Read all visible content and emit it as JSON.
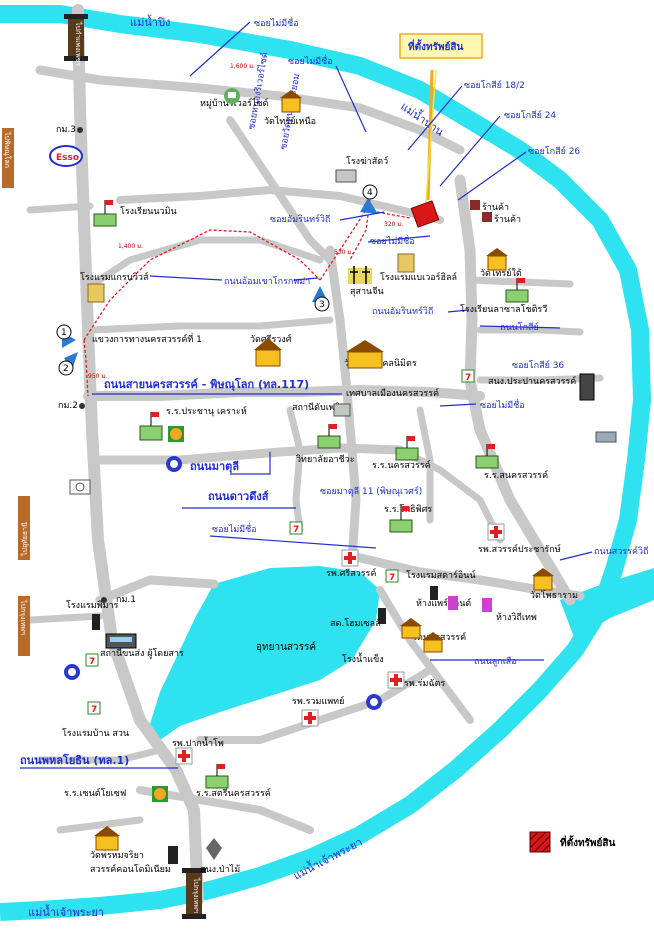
{
  "rivers": {
    "ping": "แม่น้ำปิง",
    "nan": "แม่น้ำน่าน",
    "chaophraya_bottom": "แม่น้ำเจ้าพระยา",
    "chaophraya_right": "แม่น้ำเจ้าพระยา"
  },
  "property": {
    "title": "ที่ตั้งทรัพย์สิน",
    "legend_label": "ที่ตั้งทรัพย์สิน",
    "color": "#d81818"
  },
  "roads": {
    "sukhumvit_road": "ถนนอ้อมเขาโกรกพม่า",
    "sayon": "ถนนสายนครสวรรค์ - พิษณุโลก (ทล.117)",
    "matuli": "ถนนมาตุลี",
    "dawadueng": "ถนนดาวดึงส์",
    "phahonyothin": "ถนนพหลโยธิน (ทล.1)",
    "sawanwithi": "ถนนสวรรค์วิถี",
    "lookseua": "ถนนลูกเสือ",
    "kosi": "ถนนโกสีย์",
    "amarin1": "ซอยอัมรินทร์วิถี",
    "amarin2": "ถนนอัมรินทร์วิถี",
    "nameless1": "ซอยไม่มีชื่อ",
    "nameless2": "ซอยไม่มีชื่อ",
    "nameless3": "ซอยไม่มีชื่อ",
    "nameless4": "ซอยไม่มีชื่อ",
    "nameless5": "ซอยไม่มีชื่อ",
    "kosi18": "ซอยโกสีย์ 18/2",
    "kosi24": "ซอยโกสีย์ 24",
    "kosi26": "ซอยโกสีย์ 26",
    "kosi36": "ซอยโกสีย์ 36",
    "matuli11": "ซอยมาตุลี 11 (พิษณุเวศร์)",
    "riverside_soi": "ซอยหนองริเวอร์ไซด์",
    "gate_soi": "ซอยวัดหนองพะยอม"
  },
  "places": {
    "riverside_village": "หมู่บ้านริเวอร์ไซด์",
    "wat_nuea": "วัดไทรย์เหนือ",
    "slaughter": "โรงฆ่าสัตว์",
    "shop1": "ร้านค้า",
    "shop2": "ร้านค้า",
    "school_nawamin": "โรงเรียนนวมิน",
    "grand_hotel": "โรงแรมแกรนวิวส์",
    "highway_office": "แขวงการทางนครสวรรค์ที่ 1",
    "wat_srirawat": "วัดศรีรวงศ์",
    "cemetery": "สุสานจีน",
    "riverside_hotel": "โรงแรมแบเวอร์ฮิลล์",
    "wat_tai": "วัดไทรย์ใต้",
    "school_sai": "โรงเรียนลาซาลโชติรวี",
    "wat_phutthabucha": "วัดพุทธบงคลนิมิตร",
    "municipality": "เทศบาลเมืองนครสวรรค์",
    "post_office": "สนง.ประปานครสวรรค์",
    "school_pracha": "ร.ร.ประชานุ เคราะห์",
    "stadium": "สถานีดับเพลิง",
    "college": "วิทยาลัยอาชีวะ",
    "school_nakhon": "ร.ร.นครสวรรค์",
    "school_sataree": "ร.ร.สตรีนครสวรรค์",
    "school_sanon": "ร.ร.สนครสวรรค์",
    "school_phothi": "ร.ร.โพธิพิศร",
    "hospital_sawanpracha": "รพ.สวรรค์ประชารักษ์",
    "hospital_sri": "รพ.ศรีสวรรค์",
    "star_inn": "โรงแรมสตาร์อินน์",
    "hang_paeson": "ห้างแพร์แลนด์",
    "hang_vithep": "ห้างวิถีเทพ",
    "wat_phothram": "วัดโพธาราม",
    "station_homes": "สด.โฮมเซลล์",
    "park": "อุทยานสวรรค์",
    "wat_nakhon": "วัดนครสวรรค์",
    "ice_factory": "โรงน้ำแข็ง",
    "hospital_romchat": "รพ.ร่มฉัตร",
    "hospital_ruamphat": "รพ.รวมแพทย์",
    "hotel_phiman": "โรงแรมพิมาร",
    "bus_terminal": "สถานีขนส่ง ผู้โดยสาร",
    "hotel_baan": "โรงแรมบ้าน สวน",
    "hospital_paknam": "รพ.ปากน้ำโพ",
    "school_joseph": "ร.ร.เซนต์โยเซฟ",
    "wat_worachet": "วัดพรหมจริยา",
    "condo": "สวรรค์คอนโดมิเนียม",
    "forestry": "สนง.ป่าไม้",
    "km3": "กม.3",
    "km2": "กม.2",
    "km1": "กม.1"
  },
  "distances": {
    "d1600": "1,600 ม.",
    "d1400": "1,400 ม.",
    "d950": "950 ม.",
    "d530": "530 ม.",
    "d320": "320 ม."
  },
  "route_markers": [
    "1",
    "2",
    "3",
    "4"
  ],
  "side_labels": {
    "to_phitsanulok": "ไปพิษณุโลก",
    "to_uthai": "ไปอุทัยธานี",
    "to_bangkok_left": "ไปกรุงเทพฯ",
    "to_kamphaeng": "ไปกำแพงเพชร",
    "to_bangkok_bottom": "ไปกรุงเทพฯ"
  },
  "brands": {
    "esso": "Esso",
    "seven": "7"
  }
}
